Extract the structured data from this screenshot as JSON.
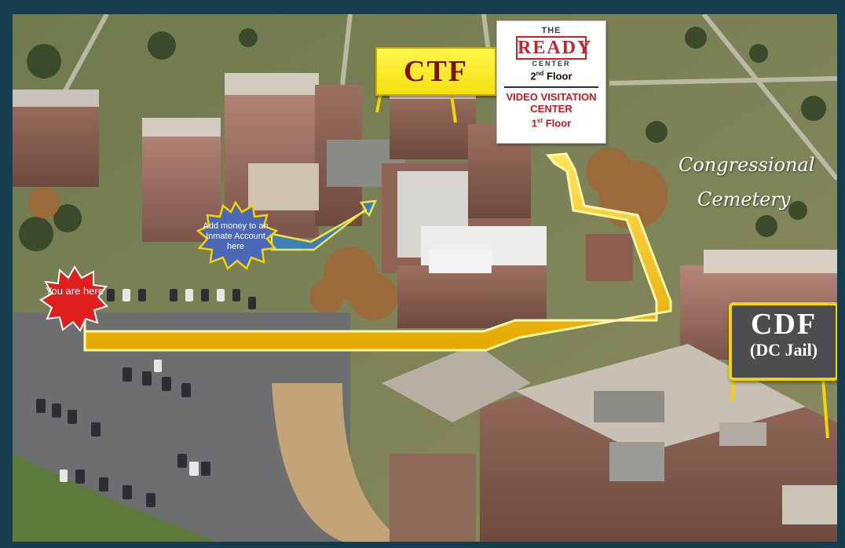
{
  "map": {
    "title": "",
    "markers": {
      "you_are_here": "You are here",
      "inmate_account": "Add money to an Inmate Account here"
    },
    "signs": {
      "ctf": "CTF",
      "ready_the": "THE",
      "ready_word": "READY",
      "ready_center": "CENTER",
      "ready_floor": "2nd Floor",
      "vvc_line1": "VIDEO VISITATION",
      "vvc_line2": "CENTER",
      "vvc_floor": "1st Floor",
      "cdf_title": "CDF",
      "cdf_sub": "(DC Jail)"
    },
    "area_labels": {
      "cemetery_line1": "Congressional",
      "cemetery_line2": "Cemetery"
    },
    "colors": {
      "path_yellow": "#f3c514",
      "path_blue": "#3f7fb8",
      "burst_red": "#e01e1e",
      "star_blue": "#4a68b6",
      "sign_red": "#c9232a"
    }
  }
}
